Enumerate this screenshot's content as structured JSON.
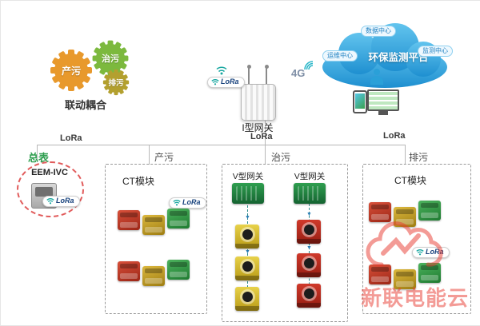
{
  "gears": {
    "caption": "联动耦合",
    "items": [
      {
        "label": "产污",
        "color": "#e8992c"
      },
      {
        "label": "治污",
        "color": "#7cb93e"
      },
      {
        "label": "排污",
        "color": "#b3a02f"
      }
    ]
  },
  "gateway": {
    "label": "I型网关"
  },
  "net": {
    "g4": "4G"
  },
  "cloud": {
    "title": "环保监测平台",
    "sub_top": "数据中心",
    "sub_left": "运维中心",
    "sub_right": "监测中心"
  },
  "labels": {
    "lora": "LoRa"
  },
  "meter": {
    "title": "总表",
    "device": "EEM-IVC"
  },
  "branches": {
    "left": {
      "title": "产污",
      "module": "CT模块"
    },
    "middle": {
      "title": "治污",
      "gateway_a": "V型网关",
      "gateway_b": "V型网关"
    },
    "right": {
      "title": "排污",
      "module": "CT模块"
    }
  },
  "watermark": {
    "text": "新联电能云"
  }
}
